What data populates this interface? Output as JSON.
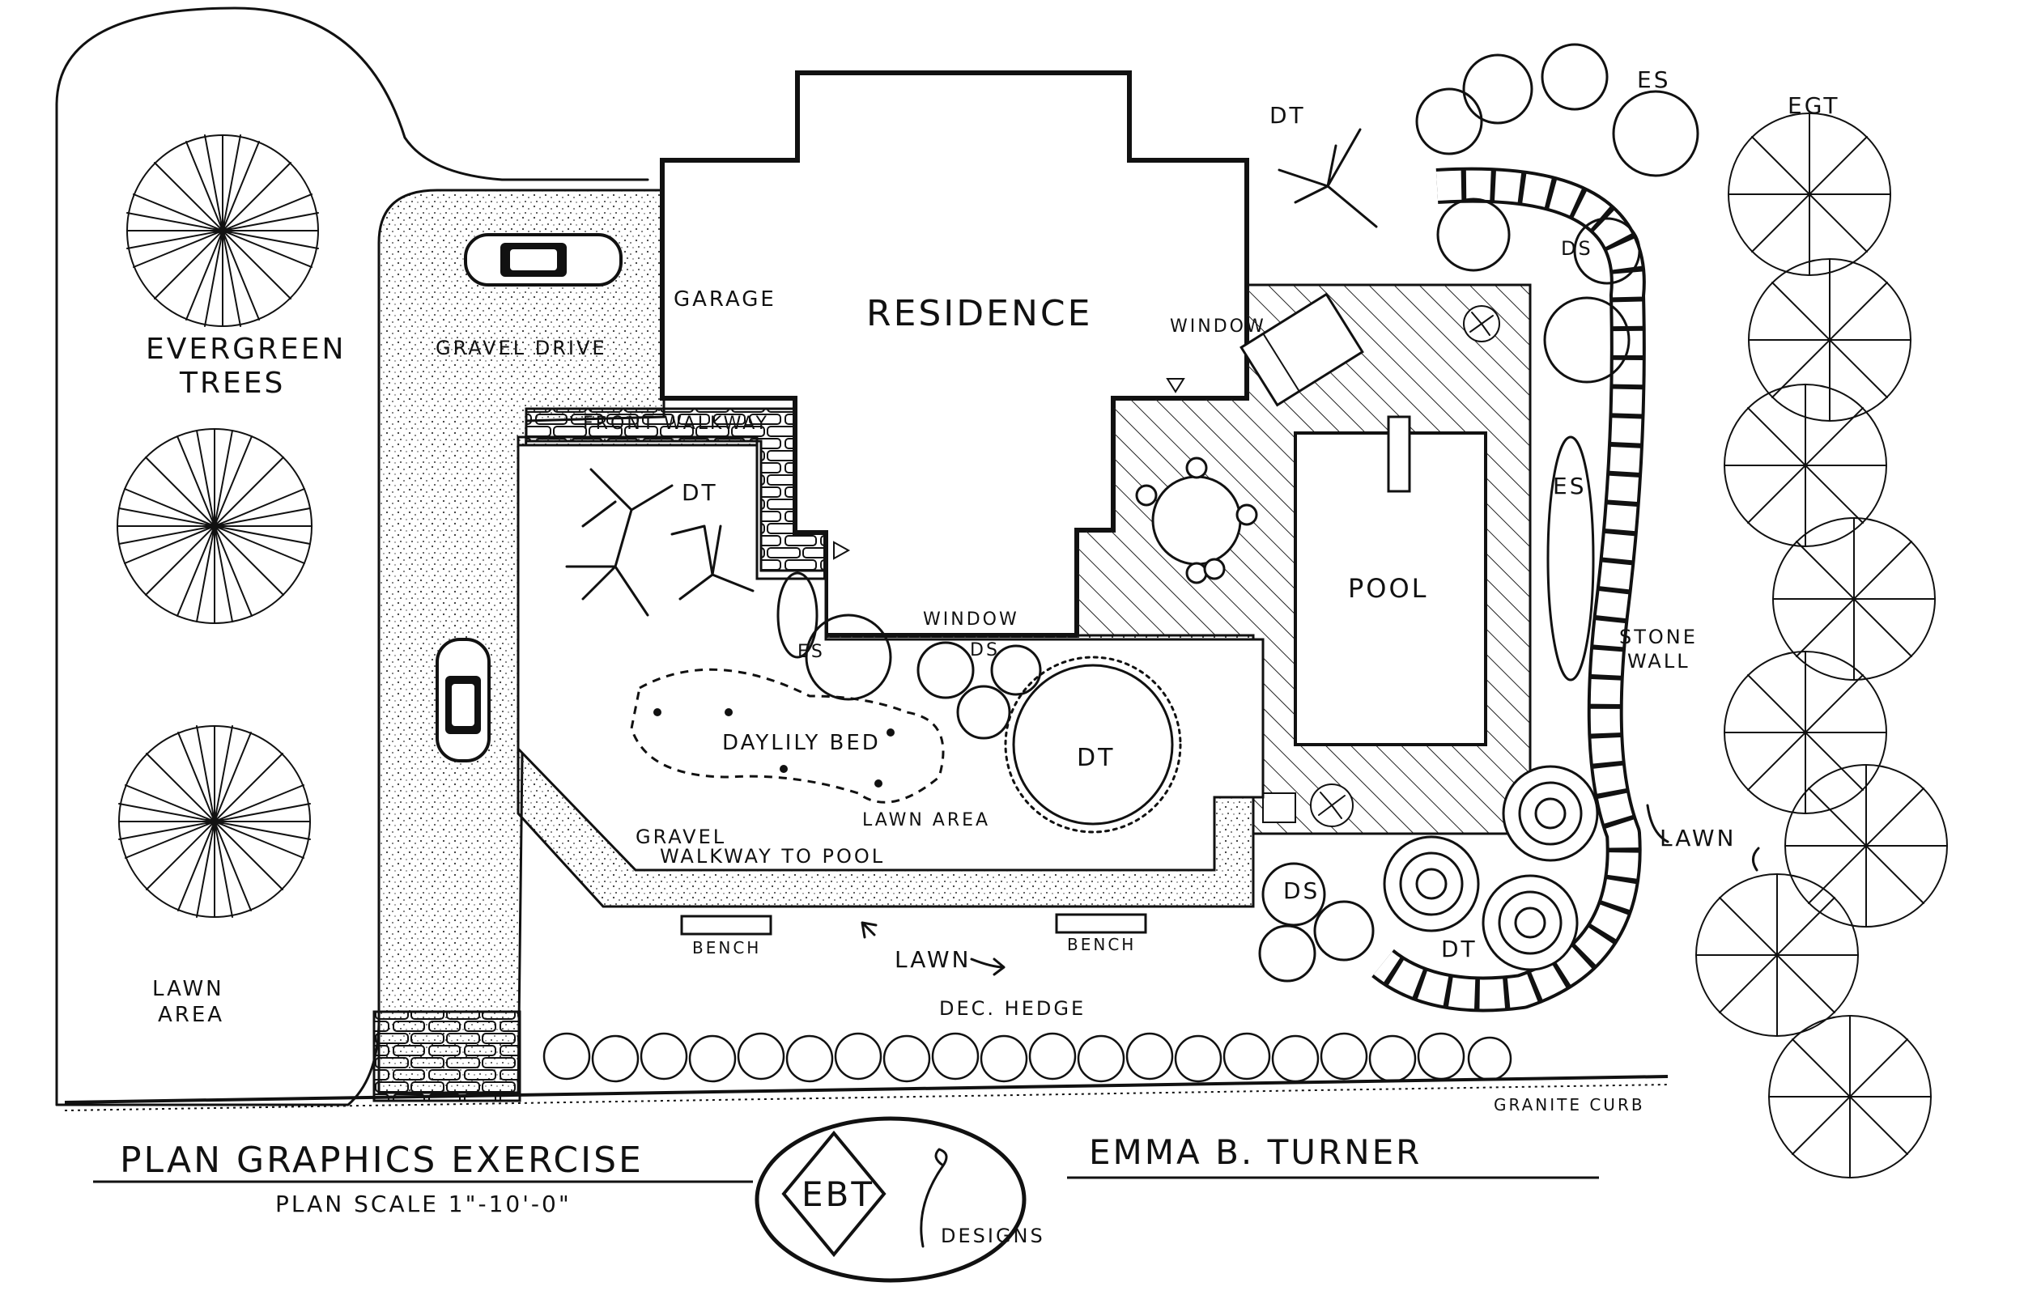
{
  "labels": {
    "evergreen": "EVERGREEN",
    "trees": "TREES",
    "lawn_area_left_1": "LAWN",
    "lawn_area_left_2": "AREA",
    "gravel_drive": "GRAVEL DRIVE",
    "garage": "GARAGE",
    "residence": "RESIDENCE",
    "window_east": "WINDOW",
    "window_south": "WINDOW",
    "front_walkway": "FRONT WALKWAY",
    "dt_1": "DT",
    "dt_2": "DT",
    "dt_3": "DT",
    "dt_4": "DT",
    "es_1": "ES",
    "es_2": "ES",
    "es_3": "ES",
    "ds_1": "DS",
    "ds_2": "DS",
    "ds_3": "DS",
    "egt": "EGT",
    "pool": "POOL",
    "stone_wall_1": "STONE",
    "stone_wall_2": "WALL",
    "daylily_bed": "DAYLILY BED",
    "lawn_area_center": "LAWN AREA",
    "gravel_walkway_1": "GRAVEL",
    "gravel_walkway_2": "WALKWAY TO POOL",
    "bench_1": "BENCH",
    "bench_2": "BENCH",
    "lawn_center": "LAWN",
    "lawn_right": "LAWN",
    "dec_hedge": "DEC. HEDGE",
    "granite_curb": "GRANITE CURB"
  },
  "title_block": {
    "title": "PLAN GRAPHICS EXERCISE",
    "scale": "PLAN SCALE 1\"-10'-0\"",
    "designer": "EMMA B. TURNER",
    "logo_letters": "EBT",
    "logo_text": "DESIGNS"
  }
}
